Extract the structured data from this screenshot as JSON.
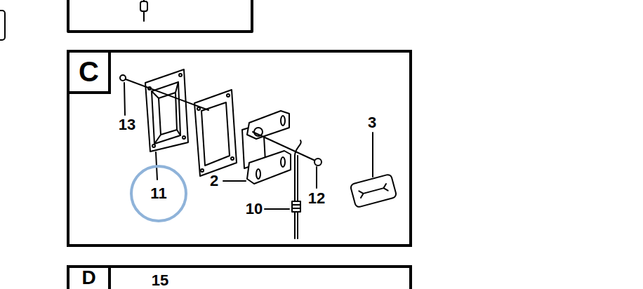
{
  "diagram": {
    "nodes": [
      {
        "text": [
          "C"
        ]
      },
      {
        "text": [
          "11"
        ],
        "in": 0
      },
      {
        "text": [
          "D"
        ]
      }
    ],
    "labels": [
      "13",
      "2",
      "10",
      "12",
      "3",
      "15"
    ]
  }
}
